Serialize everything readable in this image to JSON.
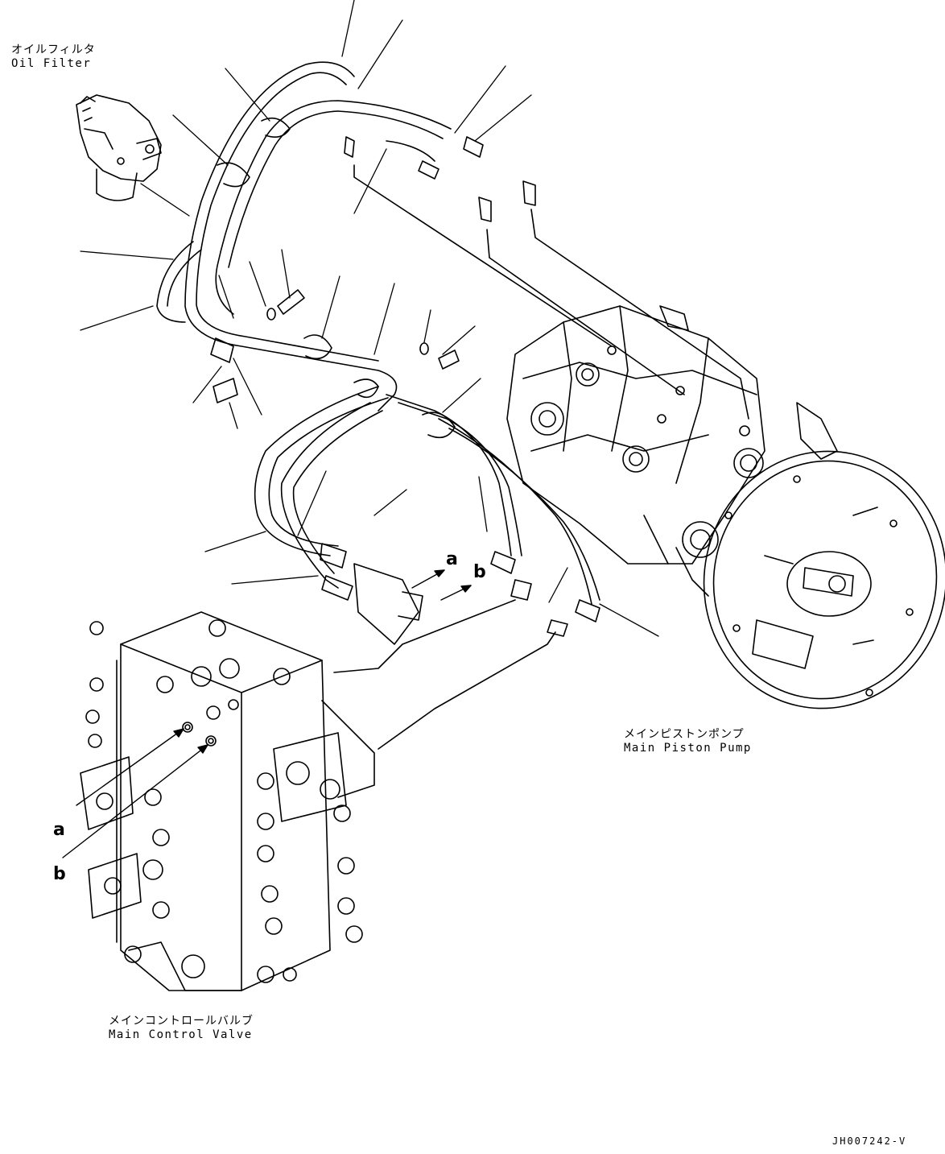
{
  "labels": {
    "oil_filter": {
      "jp": "オイルフィルタ",
      "en": "Oil Filter"
    },
    "main_piston_pump": {
      "jp": "メインピストンポンプ",
      "en": "Main Piston Pump"
    },
    "main_control_valve": {
      "jp": "メインコントロールバルブ",
      "en": "Main Control Valve"
    }
  },
  "callouts": {
    "a": "a",
    "b": "b"
  },
  "document_id": "JH007242-V"
}
